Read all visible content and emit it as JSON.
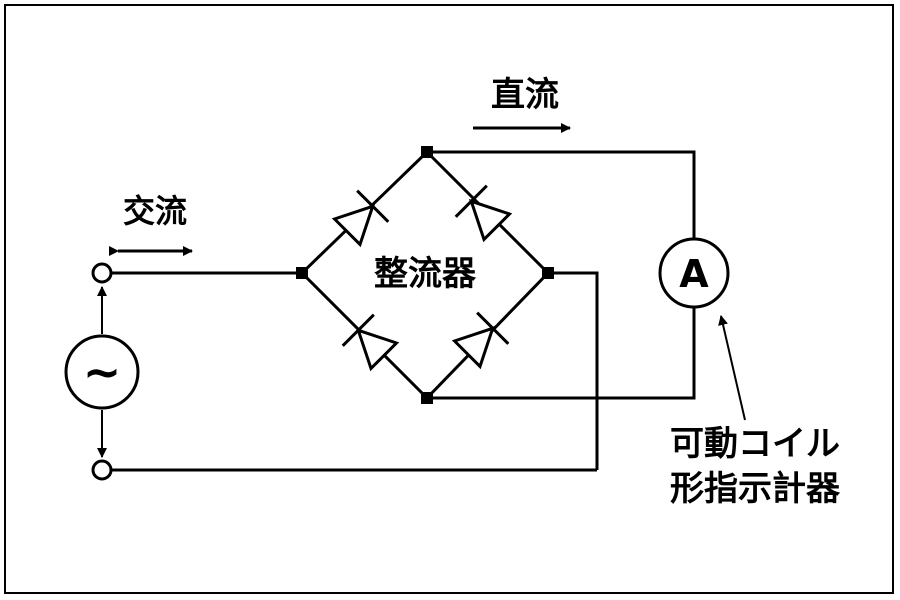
{
  "labels": {
    "dc": "直流",
    "ac": "交流",
    "rectifier": "整流器",
    "meter_symbol": "A",
    "source_symbol": "~",
    "meter_line1": "可動コイル",
    "meter_line2": "形指示計器"
  }
}
